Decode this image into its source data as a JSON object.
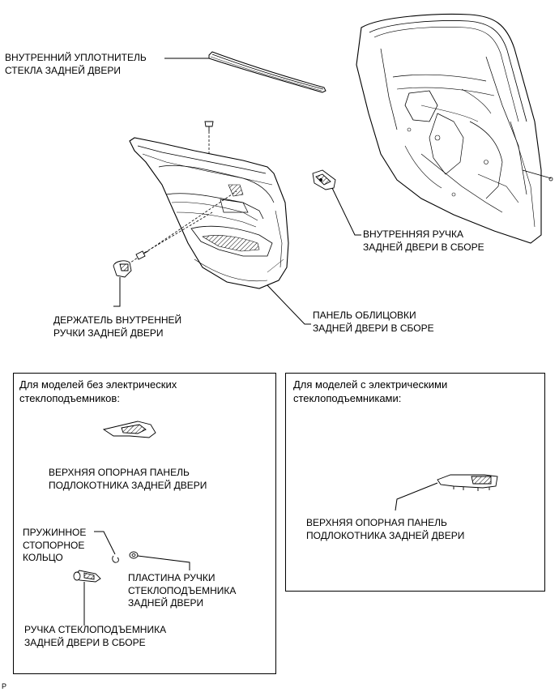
{
  "labels": {
    "glass_weatherstrip": [
      "ВНУТРЕННИЙ УПЛОТНИТЕЛЬ",
      "СТЕКЛА ЗАДНЕЙ ДВЕРИ"
    ],
    "inside_handle": [
      "ВНУТРЕННЯЯ РУЧКА",
      "ЗАДНЕЙ ДВЕРИ В СБОРЕ"
    ],
    "handle_bezel": [
      "ДЕРЖАТЕЛЬ ВНУТРЕННЕЙ",
      "РУЧКИ ЗАДНЕЙ ДВЕРИ"
    ],
    "trim_board": [
      "ПАНЕЛЬ ОБЛИЦОВКИ",
      "ЗАДНЕЙ ДВЕРИ В СБОРЕ"
    ]
  },
  "panel_manual": {
    "title": [
      "Для моделей без электрических",
      "стеклоподъемников:"
    ],
    "armrest_base": [
      "ВЕРХНЯЯ ОПОРНАЯ ПАНЕЛЬ",
      "ПОДЛОКОТНИКА ЗАДНЕЙ ДВЕРИ"
    ],
    "snap_ring": [
      "ПРУЖИННОЕ",
      "СТОПОРНОЕ",
      "КОЛЬЦО"
    ],
    "handle_plate": [
      "ПЛАСТИНА РУЧКИ",
      "СТЕКЛОПОДЪЕМНИКА",
      "ЗАДНЕЙ ДВЕРИ"
    ],
    "regulator_handle": [
      "РУЧКА СТЕКЛОПОДЪЕМНИКА",
      "ЗАДНЕЙ ДВЕРИ В СБОРЕ"
    ]
  },
  "panel_power": {
    "title": [
      "Для моделей с электрическими",
      "стеклоподъемниками:"
    ],
    "armrest_base": [
      "ВЕРХНЯЯ ОПОРНАЯ ПАНЕЛЬ",
      "ПОДЛОКОТНИКА ЗАДНЕЙ ДВЕРИ"
    ]
  },
  "footer": "P"
}
